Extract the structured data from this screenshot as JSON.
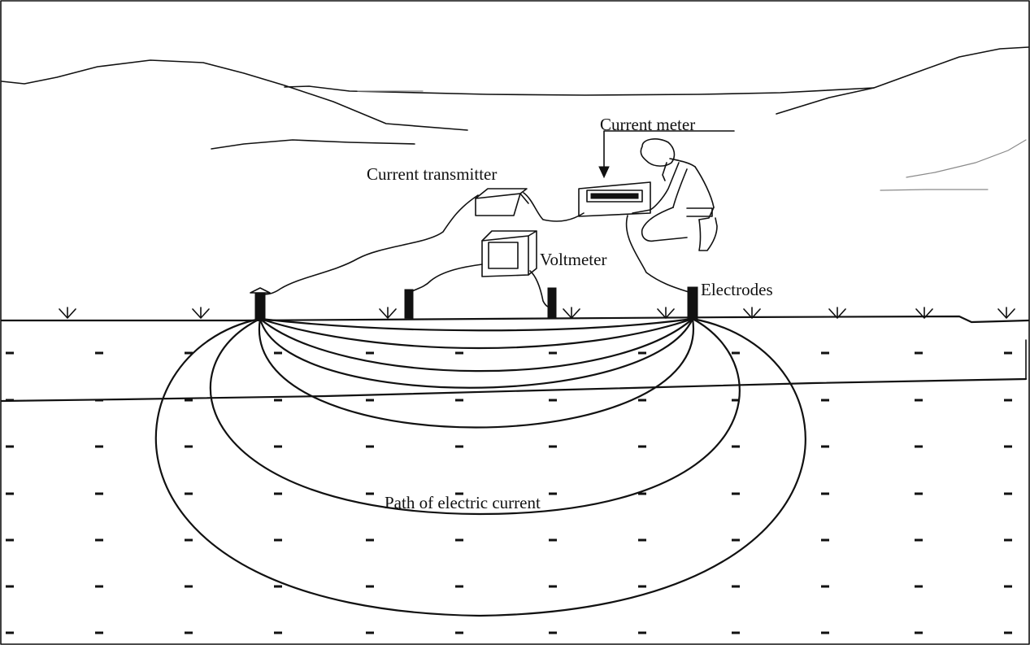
{
  "labels": {
    "current_meter": "Current meter",
    "current_transmitter": "Current transmitter",
    "voltmeter": "Voltmeter",
    "electrodes": "Electrodes",
    "current_path": "Path of electric current"
  },
  "colors": {
    "ink": "#111111",
    "background": "#ffffff",
    "faint_line": "#8a8a8a"
  }
}
